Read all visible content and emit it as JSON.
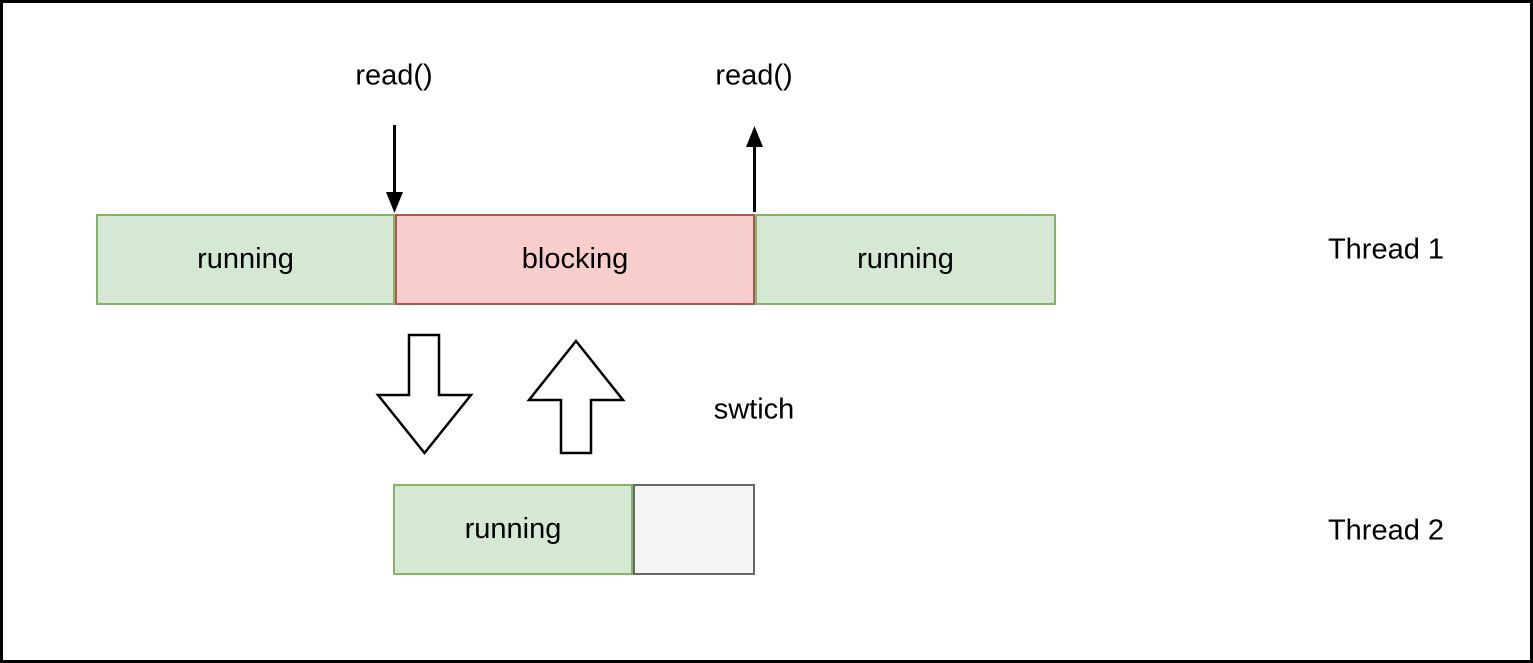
{
  "annotations": {
    "read_call_enter": "read()",
    "read_call_return": "read()",
    "switch_label": "swtich"
  },
  "thread1": {
    "label": "Thread 1",
    "segments": [
      {
        "state": "running"
      },
      {
        "state": "blocking"
      },
      {
        "state": "running"
      }
    ]
  },
  "thread2": {
    "label": "Thread 2",
    "segments": [
      {
        "state": "running"
      },
      {
        "state": ""
      }
    ]
  },
  "colors": {
    "running_fill": "#d5e8d4",
    "running_stroke": "#82b366",
    "blocking_fill": "#f8cecc",
    "blocking_stroke": "#b85450",
    "idle_fill": "#f5f5f5",
    "idle_stroke": "#666666",
    "arrow": "#000000"
  }
}
